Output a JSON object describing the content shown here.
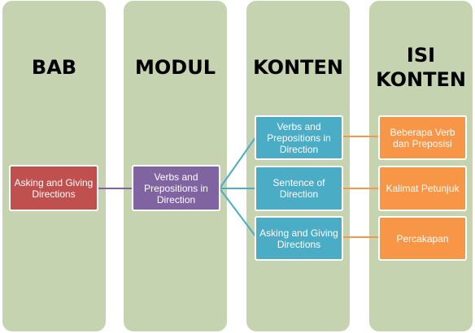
{
  "columns": {
    "bab": "BAB",
    "modul": "MODUL",
    "konten": "KONTEN",
    "isi_konten_line1": "ISI",
    "isi_konten_line2": "KONTEN"
  },
  "nodes": {
    "bab_node": "Asking and Giving Directions",
    "modul_node": "Verbs and Prepositions in Direction",
    "konten_1": "Verbs and Prepositions in Direction",
    "konten_2": "Sentence of Direction",
    "konten_3": "Asking and Giving Directions",
    "isi_1": "Beberapa Verb dan Preposisi",
    "isi_2": "Kalimat Petunjuk",
    "isi_3": "Percakapan"
  },
  "colors": {
    "column_bg": "#c5d3b1",
    "bab": "#c0504d",
    "modul": "#8064a2",
    "konten": "#4bacc6",
    "isi": "#f79646"
  }
}
